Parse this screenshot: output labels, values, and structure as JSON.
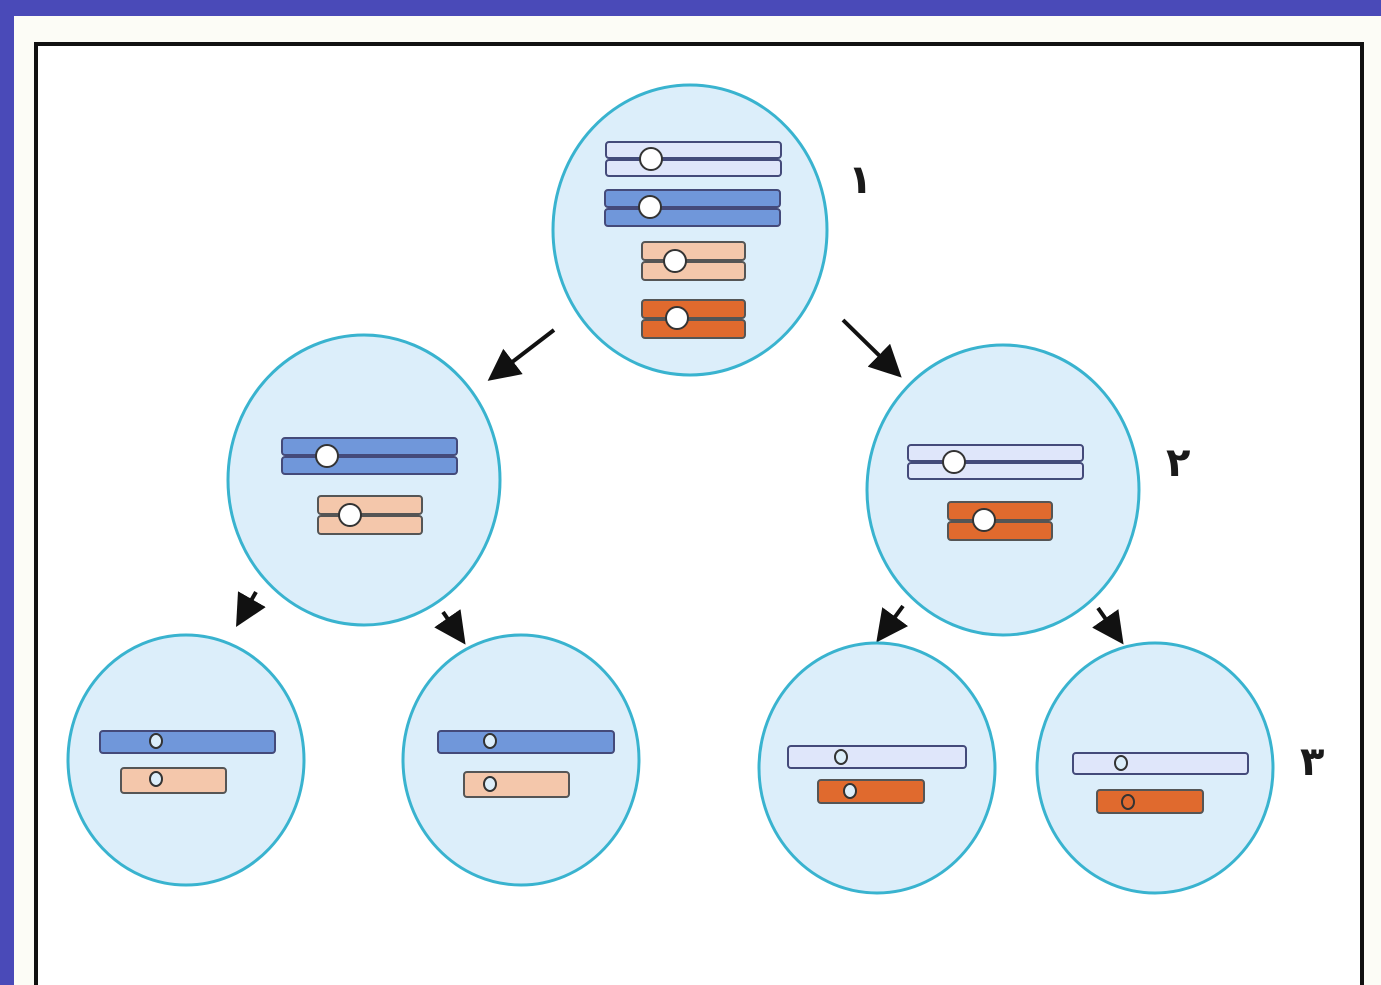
{
  "diagram": {
    "labels": {
      "stage_1": "١",
      "stage_2": "٢",
      "stage_3": "٣"
    },
    "colors": {
      "frame_blue": "#4a4ab8",
      "cell_fill": "#dceefa",
      "cell_stroke": "#39b3cf",
      "chrom_light_blue": "#dfe6fa",
      "chrom_blue": "#7097da",
      "chrom_light_orange": "#f4c7ab",
      "chrom_orange": "#e06a2e",
      "arrow": "#111111"
    }
  }
}
